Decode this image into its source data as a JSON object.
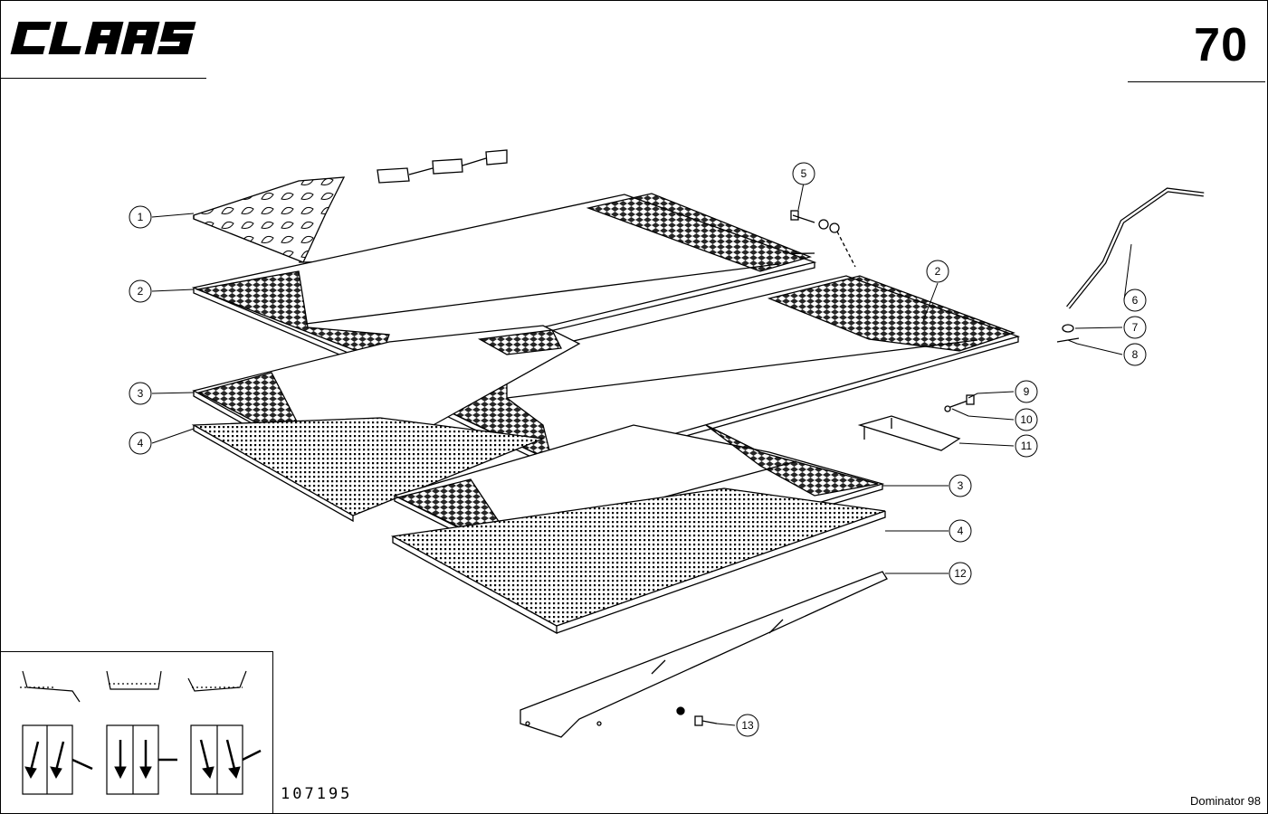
{
  "header": {
    "brand": "CLAAS",
    "page_number": "70"
  },
  "footer": {
    "drawing_number": "107195",
    "model": "Dominator 98"
  },
  "callouts": [
    {
      "id": "1",
      "label": "1"
    },
    {
      "id": "2a",
      "label": "2"
    },
    {
      "id": "2b",
      "label": "2"
    },
    {
      "id": "3a",
      "label": "3"
    },
    {
      "id": "3b",
      "label": "3"
    },
    {
      "id": "4a",
      "label": "4"
    },
    {
      "id": "4b",
      "label": "4"
    },
    {
      "id": "5",
      "label": "5"
    },
    {
      "id": "6",
      "label": "6"
    },
    {
      "id": "7",
      "label": "7"
    },
    {
      "id": "8",
      "label": "8"
    },
    {
      "id": "9",
      "label": "9"
    },
    {
      "id": "10",
      "label": "10"
    },
    {
      "id": "11",
      "label": "11"
    },
    {
      "id": "12",
      "label": "12"
    },
    {
      "id": "13",
      "label": "13"
    }
  ]
}
